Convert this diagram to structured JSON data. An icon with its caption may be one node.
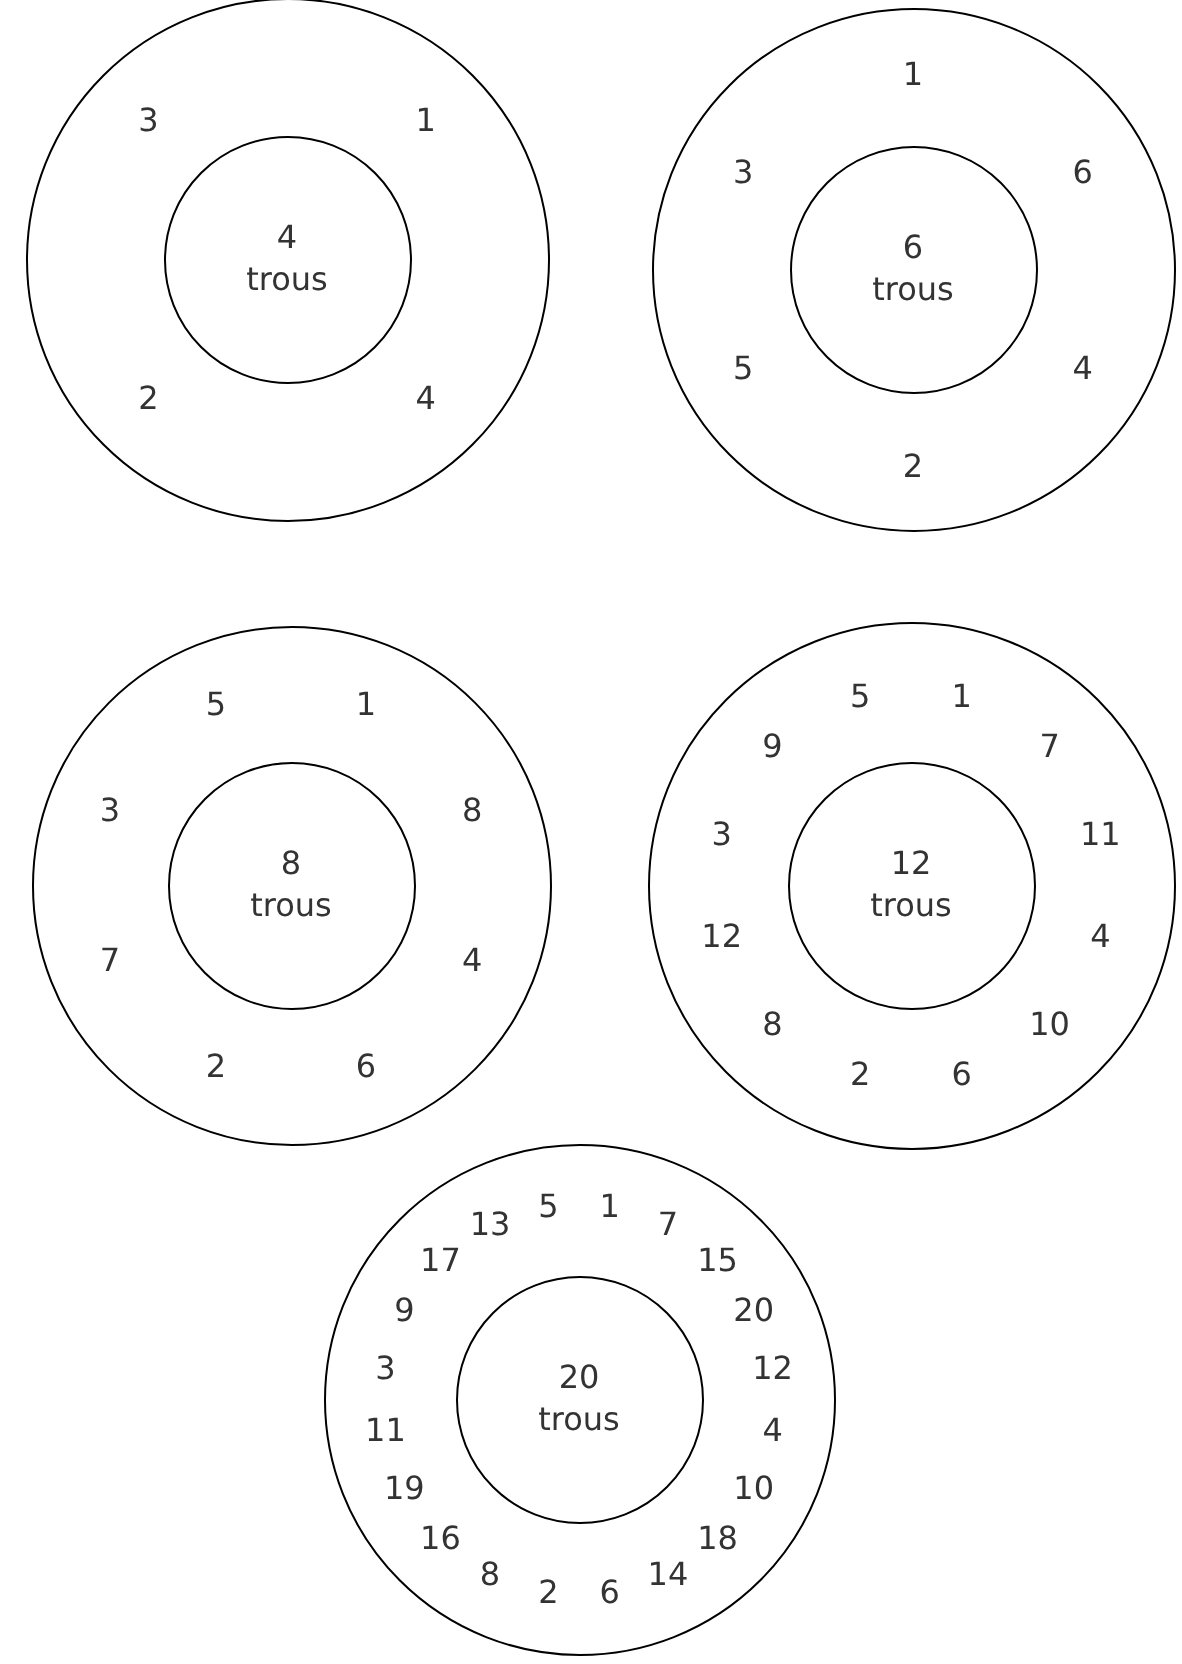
{
  "diagram": {
    "nodes": [
      {
        "text": [],
        "shape": "circle"
      },
      {
        "text": [
          "4 trous"
        ],
        "in": 0
      },
      {
        "text": [],
        "shape": "circle"
      },
      {
        "text": [
          "6 trous"
        ],
        "in": 2
      },
      {
        "text": [],
        "shape": "circle"
      },
      {
        "text": [
          "8 trous"
        ],
        "in": 4
      },
      {
        "text": [],
        "shape": "circle"
      },
      {
        "text": [
          "12 trous"
        ],
        "in": 6
      },
      {
        "text": [],
        "shape": "circle"
      },
      {
        "text": [
          "20 trous"
        ],
        "in": 8
      }
    ],
    "labels": [
      "3",
      "1",
      "2",
      "4",
      "1",
      "3",
      "6",
      "5",
      "4",
      "2",
      "5",
      "1",
      "3",
      "8",
      "7",
      "4",
      "2",
      "6",
      "5",
      "1",
      "9",
      "7",
      "3",
      "11",
      "12",
      "4",
      "8",
      "10",
      "2",
      "6",
      "5",
      "1",
      "7",
      "13",
      "15",
      "17",
      "20",
      "9",
      "12",
      "3",
      "11",
      "4",
      "10",
      "19",
      "18",
      "16",
      "14",
      "8",
      "2",
      "6"
    ]
  }
}
